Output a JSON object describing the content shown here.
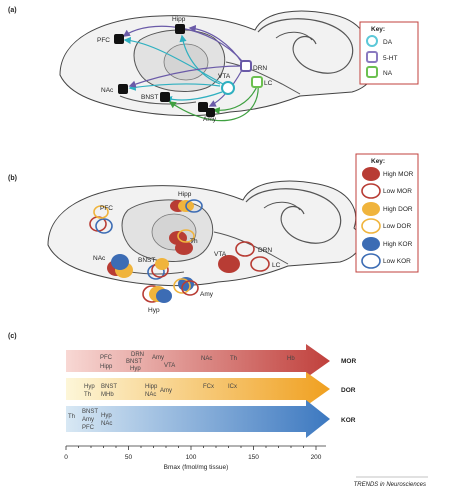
{
  "panels": {
    "a": "(a)",
    "b": "(b)",
    "c": "(c)"
  },
  "panel_a": {
    "regions": [
      "Hipp",
      "PFC",
      "NAc",
      "BNST",
      "VTA",
      "DRN",
      "LC",
      "Amy"
    ],
    "key_title": "Key:",
    "key": [
      {
        "label": "DA",
        "color": "#5cc8d8"
      },
      {
        "label": "5-HT",
        "color": "#8a7ac0"
      },
      {
        "label": "NA",
        "color": "#6cc050"
      }
    ]
  },
  "panel_b": {
    "regions": [
      "Hipp",
      "PFC",
      "NAc",
      "Th",
      "BNST",
      "VTA",
      "DRN",
      "LC",
      "Amy",
      "Hyp"
    ],
    "key_title": "Key:",
    "key": [
      {
        "label": "High MOR",
        "color": "#b83c34",
        "filled": true
      },
      {
        "label": "Low MOR",
        "color": "#b83c34",
        "filled": false
      },
      {
        "label": "High DOR",
        "color": "#f0b43c",
        "filled": true
      },
      {
        "label": "Low DOR",
        "color": "#f0b43c",
        "filled": false
      },
      {
        "label": "High KOR",
        "color": "#3c6cb4",
        "filled": true
      },
      {
        "label": "Low KOR",
        "color": "#3c6cb4",
        "filled": false
      }
    ]
  },
  "panel_c": {
    "arrows": [
      {
        "receptor": "MOR",
        "color_start": "#f8d8d4",
        "color_end": "#c0403c",
        "labels": [
          "PFC",
          "Hipp",
          "DRN",
          "BNST",
          "Hyp",
          "Amy",
          "VTA",
          "NAc",
          "Th",
          "Hb"
        ]
      },
      {
        "receptor": "DOR",
        "color_start": "#fdf6d8",
        "color_end": "#f0a020",
        "labels": [
          "Hyp",
          "Th",
          "BNST",
          "MHb",
          "Hipp",
          "NAc",
          "Amy",
          "FCx",
          "ICx"
        ]
      },
      {
        "receptor": "KOR",
        "color_start": "#d8e8f4",
        "color_end": "#3c78c0",
        "labels": [
          "Th",
          "BNST",
          "Amy",
          "PFC",
          "Hyp",
          "NAc"
        ]
      }
    ],
    "axis": {
      "ticks": [
        "0",
        "50",
        "100",
        "150",
        "200"
      ],
      "label": "Bmax (fmol/mg tissue)"
    }
  },
  "credit": "TRENDS in Neurosciences"
}
